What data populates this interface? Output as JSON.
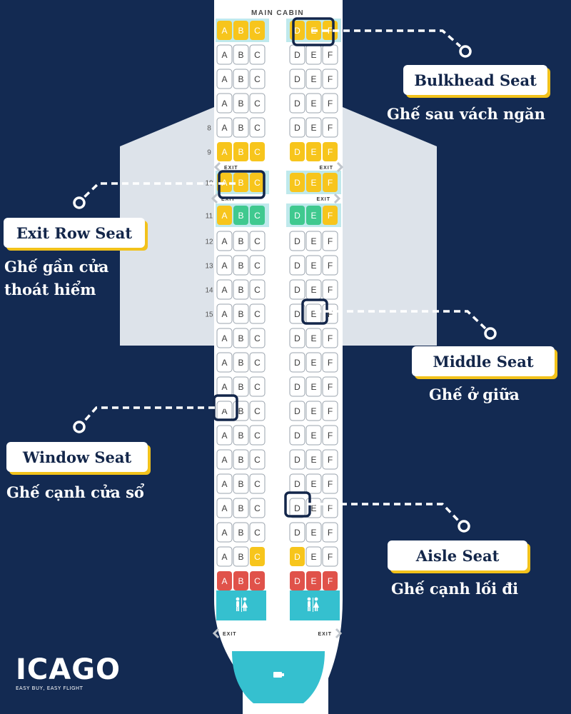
{
  "cabin_label": "MAIN CABIN",
  "exit_label": "EXIT",
  "seat_letters_left": [
    "A",
    "B",
    "C"
  ],
  "seat_letters_right": [
    "D",
    "E",
    "F"
  ],
  "row_numbers": [
    "8",
    "9",
    "10",
    "11",
    "12",
    "13",
    "14",
    "15"
  ],
  "colors": {
    "background": "#132a52",
    "fuselage": "#ffffff",
    "wing": "#dde3ea",
    "seat_standard": "#ffffff",
    "seat_yellow": "#f7c51c",
    "seat_green": "#3fc98f",
    "seat_red": "#e0524a",
    "highlight_teal": "#bfe9ec",
    "lavatory": "#35c0cf",
    "accent_yellow": "#f2c21b"
  },
  "callouts": {
    "bulkhead": {
      "title": "Bulkhead Seat",
      "subtitle": "Ghế sau vách ngăn"
    },
    "exit_row": {
      "title": "Exit Row Seat",
      "subtitle_lines": [
        "Ghế gần cửa",
        "thoát hiểm"
      ]
    },
    "middle": {
      "title": "Middle Seat",
      "subtitle": "Ghế ở giữa"
    },
    "window": {
      "title": "Window Seat",
      "subtitle": "Ghế cạnh cửa sổ"
    },
    "aisle": {
      "title": "Aisle Seat",
      "subtitle": "Ghế cạnh lối đi"
    }
  },
  "logo": {
    "name": "ICAGO",
    "tagline": "EASY BUY, EASY FLIGHT"
  },
  "icons": {
    "lavatory": "lavatory-icon",
    "galley": "galley-icon",
    "exit_arrow": "chevron-icon"
  }
}
